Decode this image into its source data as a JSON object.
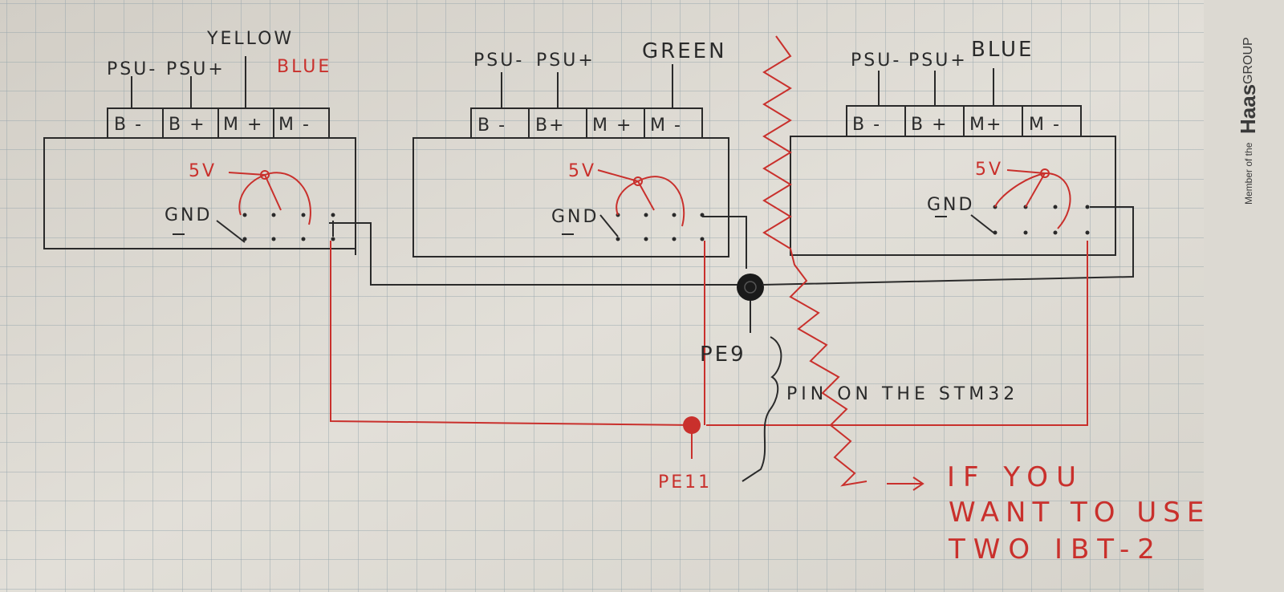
{
  "modules": [
    {
      "top_labels": [
        "PSU-",
        "PSU+",
        "YELLOW",
        "BLUE"
      ],
      "terminals": [
        "B -",
        "B +",
        "M +",
        "M -"
      ],
      "five_v": "5V",
      "gnd": "GND"
    },
    {
      "top_labels": [
        "PSU-",
        "PSU+",
        "GREEN"
      ],
      "terminals": [
        "B -",
        "B+",
        "M +",
        "M -"
      ],
      "five_v": "5V",
      "gnd": "GND"
    },
    {
      "top_labels": [
        "PSU-",
        "PSU+",
        "BLUE"
      ],
      "terminals": [
        "B -",
        "B +",
        "M+",
        "M -"
      ],
      "five_v": "5V",
      "gnd": "GND"
    }
  ],
  "pins": {
    "pe9": "PE9",
    "pe11": "PE11",
    "note": "PIN ON THE STM32"
  },
  "red_note": [
    "IF YOU",
    "WANT TO USE",
    "TWO IBT-2"
  ],
  "brand": {
    "prefix": "Member of the",
    "name": "Haas",
    "suffix": "GROUP"
  },
  "colors": {
    "paper": "#d9d6cf",
    "grid": "#8fa0a8",
    "ink": "#2a2a2a",
    "red_ink": "#c9302c"
  }
}
